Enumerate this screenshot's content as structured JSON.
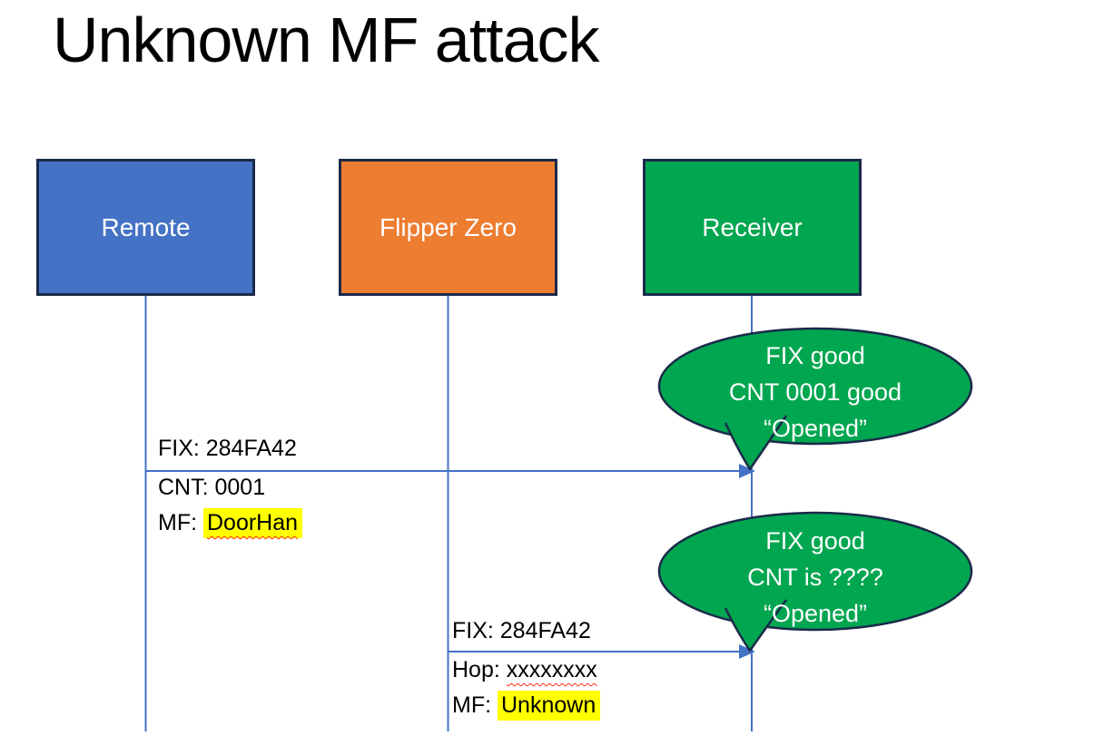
{
  "title": "Unknown MF attack",
  "colors": {
    "remote_fill": "#4472C4",
    "flipper_fill": "#ED7D31",
    "receiver_fill": "#00A650",
    "outline_navy": "#1B2A4A",
    "connector_blue": "#4472C4",
    "highlight_yellow": "#FFFF00",
    "spellcheck_red": "#FF2A1A",
    "title_color": "#000000"
  },
  "actors": [
    {
      "label": "Remote"
    },
    {
      "label": "Flipper Zero"
    },
    {
      "label": "Receiver"
    }
  ],
  "messages": [
    {
      "above": "FIX: 284FA42",
      "line2_prefix": "CNT: ",
      "line2_value": "0001",
      "line3_prefix": "MF: ",
      "line3_value": "DoorHan"
    },
    {
      "above": "FIX: 284FA42",
      "line2_prefix": "Hop: ",
      "line2_value": "xxxxxxxx",
      "line3_prefix": "MF: ",
      "line3_value": "Unknown"
    }
  ],
  "callouts": [
    {
      "line1": "FIX good",
      "line2": "CNT 0001 good",
      "line3": "“Opened”"
    },
    {
      "line1": "FIX good",
      "line2": "CNT is ????",
      "line3": "“Opened”"
    }
  ]
}
